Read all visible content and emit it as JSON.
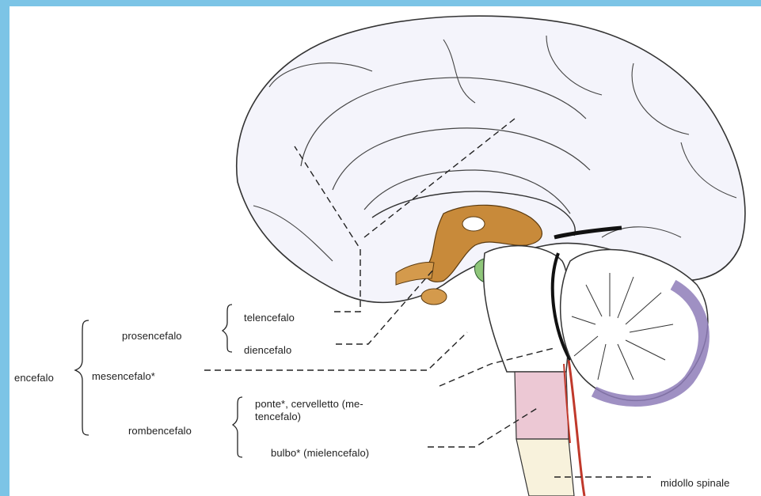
{
  "colors": {
    "border": "#7cc4e6",
    "cortex_fill": "#f4f4fb",
    "cerebellum_purple": "#8e7cb8",
    "ventricle_brown": "#c88a3a",
    "pons_pink": "#ecc8d4",
    "artery_red": "#c0392b",
    "green_structure": "#8fc67a"
  },
  "labels": {
    "encefalo": "encefalo",
    "prosencefalo": "prosencefalo",
    "telencefalo": "telencefalo",
    "diencefalo": "diencefalo",
    "mesencefalo": "mesencefalo*",
    "rombencefalo": "rombencefalo",
    "ponte_line1": "ponte*, cervelletto (me-",
    "ponte_line2": "tencefalo)",
    "bulbo": "bulbo* (mielencefalo)",
    "midollo": "midollo spinale"
  }
}
